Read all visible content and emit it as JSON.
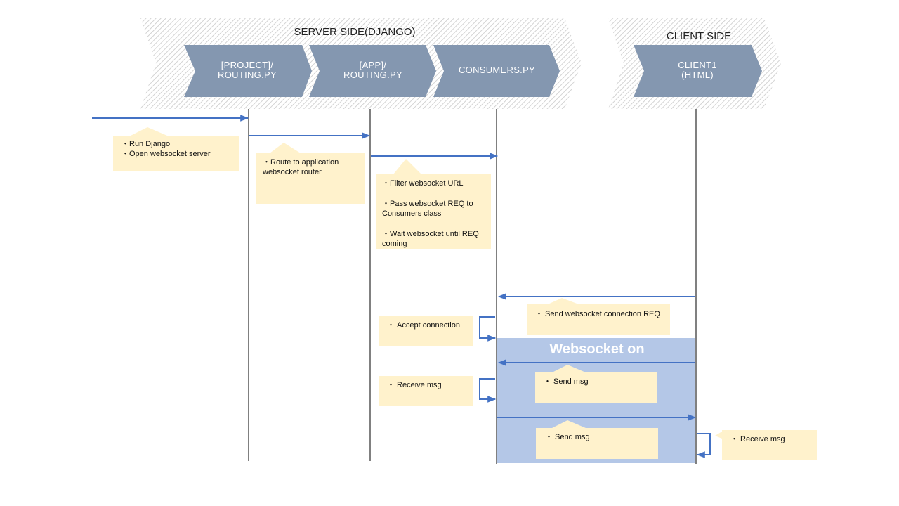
{
  "groups": {
    "server": {
      "title": "SERVER SIDE(DJANGO)"
    },
    "client": {
      "title": "CLIENT SIDE"
    }
  },
  "lanes": {
    "project": {
      "line1": "[PROJECT]/",
      "line2": "ROUTING.PY"
    },
    "app": {
      "line1": "[APP]/",
      "line2": "ROUTING.PY"
    },
    "consumers": {
      "line1": "CONSUMERS.PY"
    },
    "client1": {
      "line1": "CLIENT1",
      "line2": "(HTML)"
    }
  },
  "notes": {
    "run_django": [
      "・Run Django",
      "・Open websocket server"
    ],
    "route_app": [
      "・Route to application websocket router"
    ],
    "consumers_steps": [
      "・Filter websocket URL",
      "・Pass websocket REQ to Consumers class",
      "・Wait websocket until REQ coming"
    ],
    "send_conn_req": "・ Send websocket connection REQ",
    "accept_conn": "・ Accept connection",
    "receive_msg_server": "・ Receive msg",
    "send_msg_client": "・ Send msg",
    "send_msg_server": "・ Send msg",
    "receive_msg_client": "・ Receive msg"
  },
  "websocket_label": "Websocket on",
  "colors": {
    "chevron": "#8497b0",
    "arrow": "#4472c4",
    "lifeline": "#808080",
    "note": "#fff2cc",
    "websocket_band": "#b4c7e7"
  }
}
